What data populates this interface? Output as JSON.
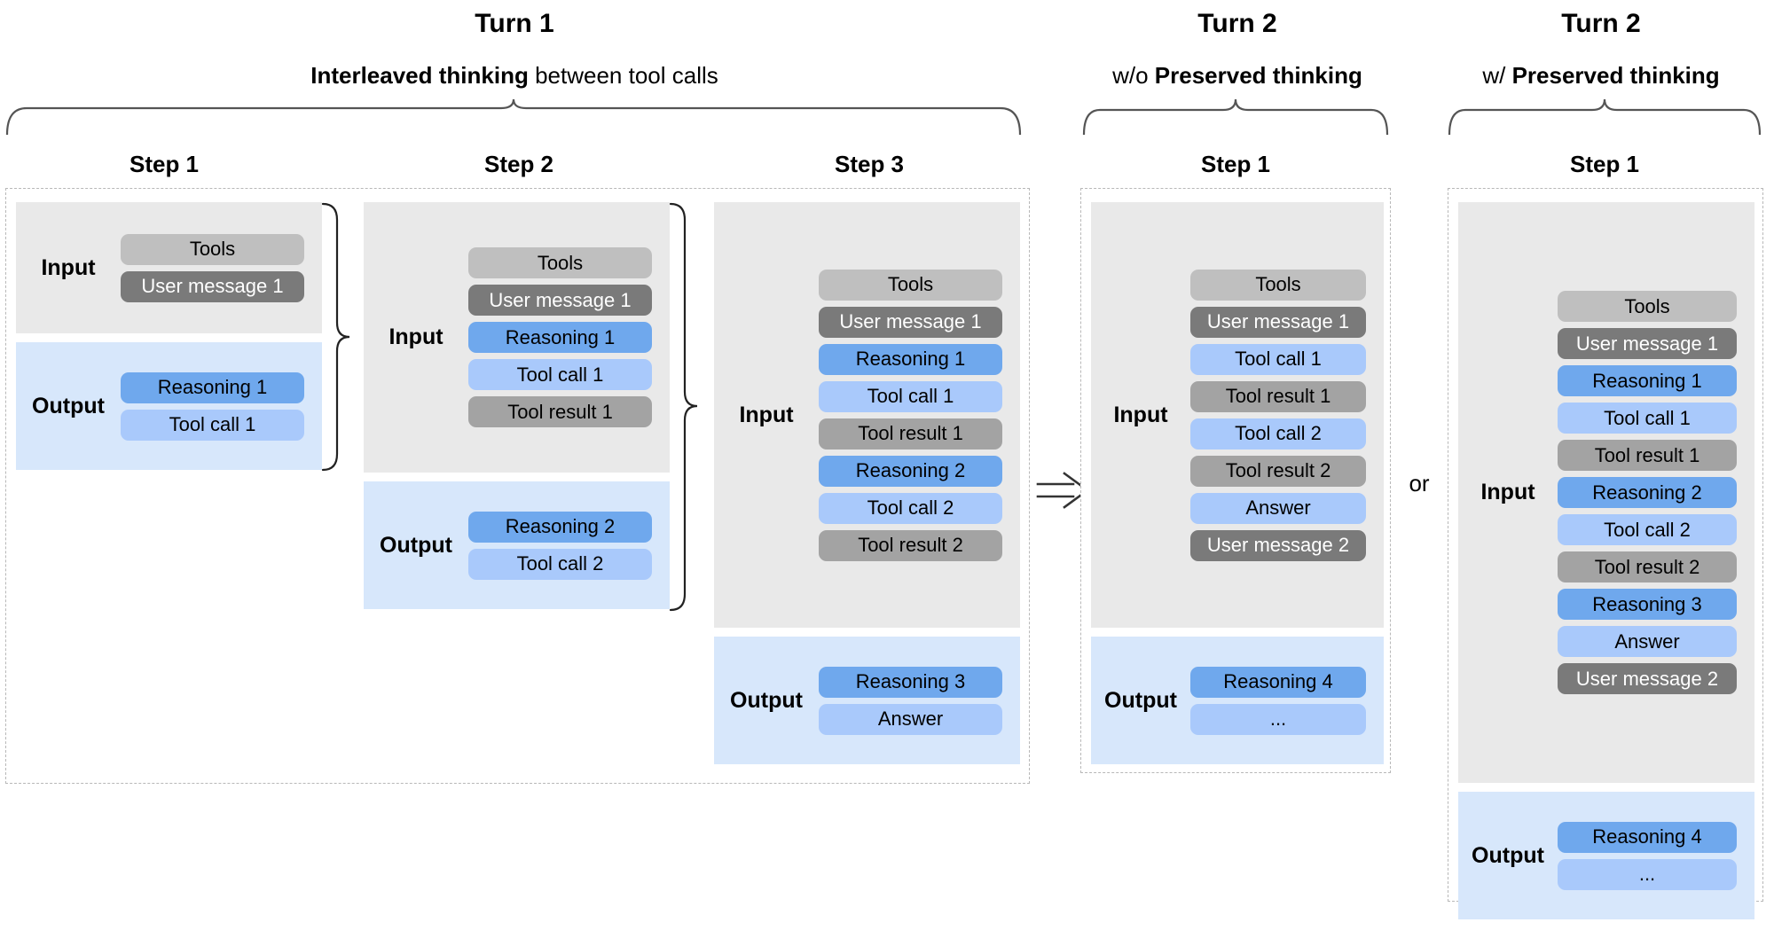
{
  "groups": [
    {
      "id": "turn-1",
      "title": "Turn 1",
      "subtitle_bold": "Interleaved thinking",
      "subtitle_rest": " between tool calls"
    },
    {
      "id": "turn-2-without",
      "title": "Turn 2",
      "subtitle_lead": "w/o ",
      "subtitle_bold": "Preserved thinking",
      "subtitle_rest": ""
    },
    {
      "id": "turn-2-with",
      "title": "Turn 2",
      "subtitle_lead": "w/ ",
      "subtitle_bold": "Preserved thinking",
      "subtitle_rest": ""
    }
  ],
  "steps": [
    {
      "id": "t1-step1",
      "label": "Step 1",
      "input_label": "Input",
      "output_label": "Output",
      "input_pills": [
        {
          "text": "Tools",
          "kind": "tools"
        },
        {
          "text": "User message 1",
          "kind": "user-message"
        }
      ],
      "output_pills": [
        {
          "text": "Reasoning 1",
          "kind": "reasoning"
        },
        {
          "text": "Tool call 1",
          "kind": "toolcall"
        }
      ]
    },
    {
      "id": "t1-step2",
      "label": "Step 2",
      "input_label": "Input",
      "output_label": "Output",
      "input_pills": [
        {
          "text": "Tools",
          "kind": "tools"
        },
        {
          "text": "User message 1",
          "kind": "user-message"
        },
        {
          "text": "Reasoning 1",
          "kind": "reasoning"
        },
        {
          "text": "Tool call 1",
          "kind": "toolcall"
        },
        {
          "text": "Tool result 1",
          "kind": "tool-result"
        }
      ],
      "output_pills": [
        {
          "text": "Reasoning 2",
          "kind": "reasoning"
        },
        {
          "text": "Tool call 2",
          "kind": "toolcall"
        }
      ]
    },
    {
      "id": "t1-step3",
      "label": "Step 3",
      "input_label": "Input",
      "output_label": "Output",
      "input_pills": [
        {
          "text": "Tools",
          "kind": "tools"
        },
        {
          "text": "User message 1",
          "kind": "user-message"
        },
        {
          "text": "Reasoning 1",
          "kind": "reasoning"
        },
        {
          "text": "Tool call 1",
          "kind": "toolcall"
        },
        {
          "text": "Tool result 1",
          "kind": "tool-result"
        },
        {
          "text": "Reasoning 2",
          "kind": "reasoning"
        },
        {
          "text": "Tool call 2",
          "kind": "toolcall"
        },
        {
          "text": "Tool result 2",
          "kind": "tool-result"
        }
      ],
      "output_pills": [
        {
          "text": "Reasoning 3",
          "kind": "reasoning"
        },
        {
          "text": "Answer",
          "kind": "answer"
        }
      ]
    },
    {
      "id": "t2wo-step1",
      "label": "Step 1",
      "input_label": "Input",
      "output_label": "Output",
      "input_pills": [
        {
          "text": "Tools",
          "kind": "tools"
        },
        {
          "text": "User message 1",
          "kind": "user-message"
        },
        {
          "text": "Tool call 1",
          "kind": "toolcall"
        },
        {
          "text": "Tool result 1",
          "kind": "tool-result"
        },
        {
          "text": "Tool call 2",
          "kind": "toolcall"
        },
        {
          "text": "Tool result 2",
          "kind": "tool-result"
        },
        {
          "text": "Answer",
          "kind": "answer"
        },
        {
          "text": "User message 2",
          "kind": "user-message"
        }
      ],
      "output_pills": [
        {
          "text": "Reasoning 4",
          "kind": "reasoning"
        },
        {
          "text": "...",
          "kind": "ellipsis"
        }
      ]
    },
    {
      "id": "t2w-step1",
      "label": "Step 1",
      "input_label": "Input",
      "output_label": "Output",
      "input_pills": [
        {
          "text": "Tools",
          "kind": "tools"
        },
        {
          "text": "User message 1",
          "kind": "user-message"
        },
        {
          "text": "Reasoning 1",
          "kind": "reasoning"
        },
        {
          "text": "Tool call 1",
          "kind": "toolcall"
        },
        {
          "text": "Tool result 1",
          "kind": "tool-result"
        },
        {
          "text": "Reasoning 2",
          "kind": "reasoning"
        },
        {
          "text": "Tool call 2",
          "kind": "toolcall"
        },
        {
          "text": "Tool result 2",
          "kind": "tool-result"
        },
        {
          "text": "Reasoning 3",
          "kind": "reasoning"
        },
        {
          "text": "Answer",
          "kind": "answer"
        },
        {
          "text": "User message 2",
          "kind": "user-message"
        }
      ],
      "output_pills": [
        {
          "text": "Reasoning 4",
          "kind": "reasoning"
        },
        {
          "text": "...",
          "kind": "ellipsis"
        }
      ]
    }
  ],
  "connectors": {
    "arrow_symbol": "double-right-arrow",
    "or_label": "or"
  },
  "colors": {
    "input_panel": "#e9e9e9",
    "output_panel": "#d7e7fb",
    "tools": "#bfbfbf",
    "user_message": "#7a7a7a",
    "tool_result": "#a3a3a3",
    "reasoning": "#6fa8ed",
    "tool_call": "#a9c9fb",
    "dashed_border": "#b8b8b8"
  }
}
